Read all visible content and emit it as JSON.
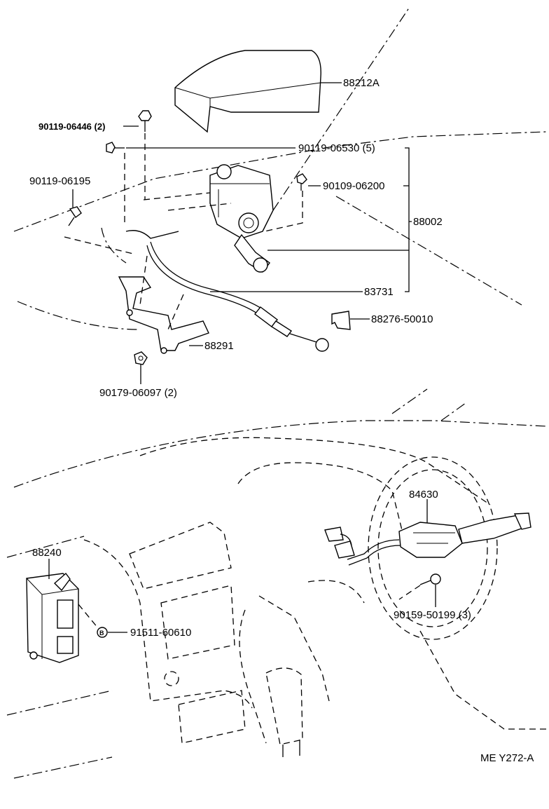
{
  "parts": {
    "p88212a": "88212A",
    "p90119_06446": "90119-06446 (2)",
    "p90119_06530": "90119-06530 (5)",
    "p90119_06195": "90119-06195",
    "p90109_06200": "90109-06200",
    "p88002": "88002",
    "p83731": "83731",
    "p88276_50010": "88276-50010",
    "p88291": "88291",
    "p90179_06097": "90179-06097 (2)",
    "p84630": "84630",
    "p88240": "88240",
    "p91511_60610": "91511-60610",
    "p90159_50199": "90159-50199 (3)",
    "callout_b": "B"
  },
  "footer": {
    "code": "ME Y272-A"
  }
}
